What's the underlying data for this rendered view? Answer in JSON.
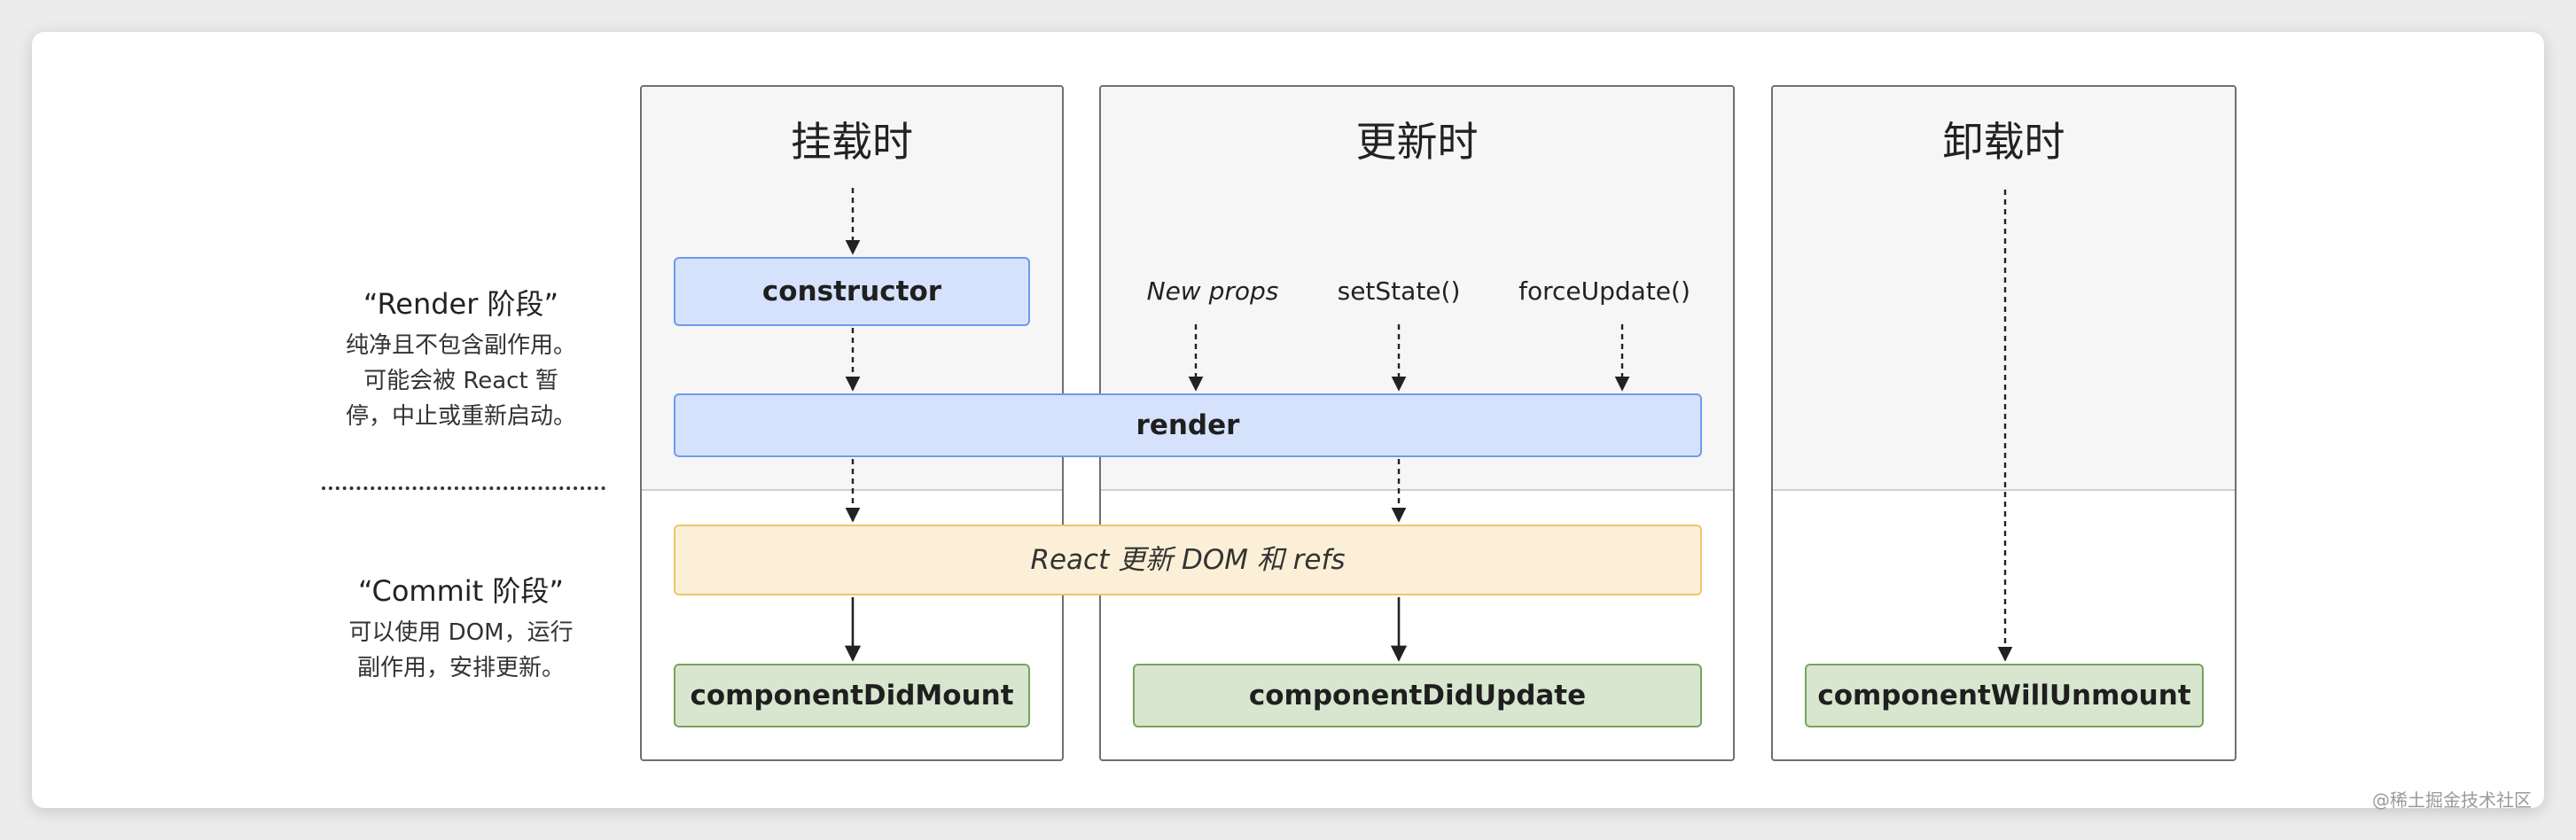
{
  "side": {
    "render_title": "“Render 阶段”",
    "render_desc": [
      "纯净且不包含副作用。",
      "可能会被 React 暂",
      "停，中止或重新启动。"
    ],
    "commit_title": "“Commit 阶段”",
    "commit_desc": [
      "可以使用 DOM，运行",
      "副作用，安排更新。"
    ]
  },
  "phases": {
    "mount": {
      "title": "挂载时"
    },
    "update": {
      "title": "更新时"
    },
    "unmount": {
      "title": "卸载时"
    }
  },
  "triggers": {
    "new_props": "New props",
    "set_state": "setState()",
    "force_update": "forceUpdate()"
  },
  "nodes": {
    "constructor": "constructor",
    "render": "render",
    "react_update_dom": "React 更新 DOM 和 refs",
    "component_did_mount": "componentDidMount",
    "component_did_update": "componentDidUpdate",
    "component_will_unmount": "componentWillUnmount"
  },
  "watermark": "@稀土掘金技术社区",
  "colors": {
    "blue_fill": "#d6e2fb",
    "blue_border": "#6e9be9",
    "green_fill": "#d8e6d0",
    "green_border": "#78a35f",
    "yellow_fill": "#fbf0d7",
    "yellow_border": "#edc66a",
    "render_phase_bg": "#f6f6f6"
  }
}
